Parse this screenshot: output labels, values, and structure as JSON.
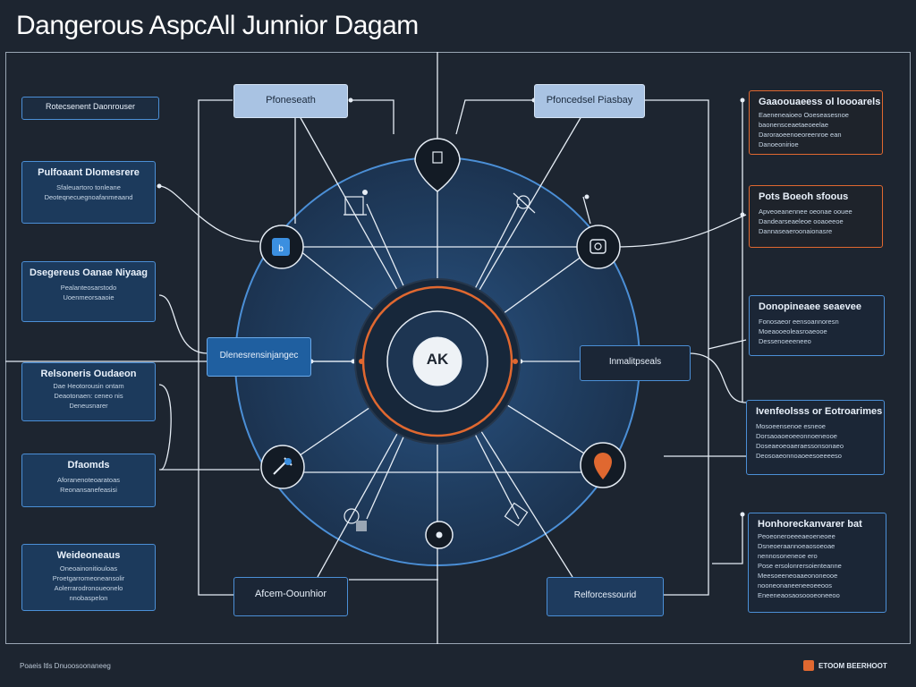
{
  "title": "Dangerous AspcAll Junnior Dagam",
  "center": {
    "label": "AK"
  },
  "top_nodes": [
    {
      "label": "Pfoneseath"
    },
    {
      "label": "Pfoncedsel Piasbay"
    }
  ],
  "bottom_nodes": [
    {
      "label": "Afcem-Oounhior"
    },
    {
      "label": "Relforcessourid"
    }
  ],
  "side_nodes": [
    {
      "label": "Dlenesrensinjangec"
    },
    {
      "label": "Inmalitpseals"
    }
  ],
  "left_boxes": [
    {
      "title": "Rotecsenent Daonrouser",
      "text": []
    },
    {
      "title": "Pulfoaant Dlomesrere",
      "text": [
        "Sfaleuartoro tonleane",
        "Deoteqnecuegnoafanmeaand"
      ]
    },
    {
      "title": "Dsegereus Oanae Niyaag",
      "text": [
        "Pealanteosarstodo",
        "Uoenmeorsaaoie"
      ]
    },
    {
      "title": "Relsoneris Oudaeon",
      "text": [
        "Dae Heotorousin ontam",
        "Deaotonaen: ceneo nis",
        "Deneusnarer"
      ]
    },
    {
      "title": "Dfaomds",
      "text": [
        "Aforanenoteoaratoas",
        "Reonansanefeasisi"
      ]
    },
    {
      "title": "Weideoneaus",
      "text": [
        "Oneoainonitiouloas",
        "Proetgarromeoneansolir",
        "Aolerrarodronoueonelo",
        "nnobaspelon"
      ]
    }
  ],
  "right_boxes": [
    {
      "title": "Gaaoouaeess ol loooarels",
      "text": [
        "Eaeneneaioeo Ooeseasesnoe",
        "baonensceaetaeoeelae",
        "Daroraoeenoeoreenroe ean",
        "Danoeonirioe"
      ],
      "style": "orange"
    },
    {
      "title": "Pots Boeoh sfoous",
      "text": [
        "Apveoeanennee oeonae oouee",
        "Dandearseaeleoe ooaoeeoe",
        "Dannaseaeroonaionasre"
      ],
      "style": "orange"
    },
    {
      "title": "Donopineaee seaevee",
      "text": [
        "Fonosaeor eensoannoresn",
        "Moeaooeoleasroaeooe",
        "Dessenoeeeneeo"
      ],
      "style": "dark"
    },
    {
      "title": "Ivenfeolsss or Eotroarimes",
      "text": [
        "Mosoeensenoe esneoe",
        "Dorsaoaoeoeeonnoeneooe",
        "Doseaeoeoaeraessonsonaeo",
        "Deosoaeonnoaoeesoeeeeso"
      ],
      "style": "dark"
    },
    {
      "title": "Honhoreckanvarer bat",
      "text": [
        "Peoeoneroeeeaeoeneoee",
        "Dsneoeraannoeaosoeoae",
        "nennosoneneoe ero",
        "Pose ersolonrersoienteanne",
        "Meesoeeneoaaeononeooe",
        "nooneonaneeneeoeeoos",
        "Eneeneaosaosoooeoneeoo"
      ],
      "style": "dark"
    }
  ],
  "footer": {
    "left": "Poaeis ltls Dnuoosoonaneeg",
    "right": "ETOOM BEERHOOT"
  },
  "colors": {
    "background": "#1d2530",
    "accent_blue": "#4b8fd6",
    "accent_orange": "#e06830",
    "box_fill": "#1c3a5c"
  },
  "icons": [
    "document-icon",
    "gear-icon",
    "app-icon",
    "camera-icon",
    "tools-icon",
    "puzzle-icon",
    "location-pin-icon",
    "circle-node-icon",
    "monitor-icon"
  ]
}
